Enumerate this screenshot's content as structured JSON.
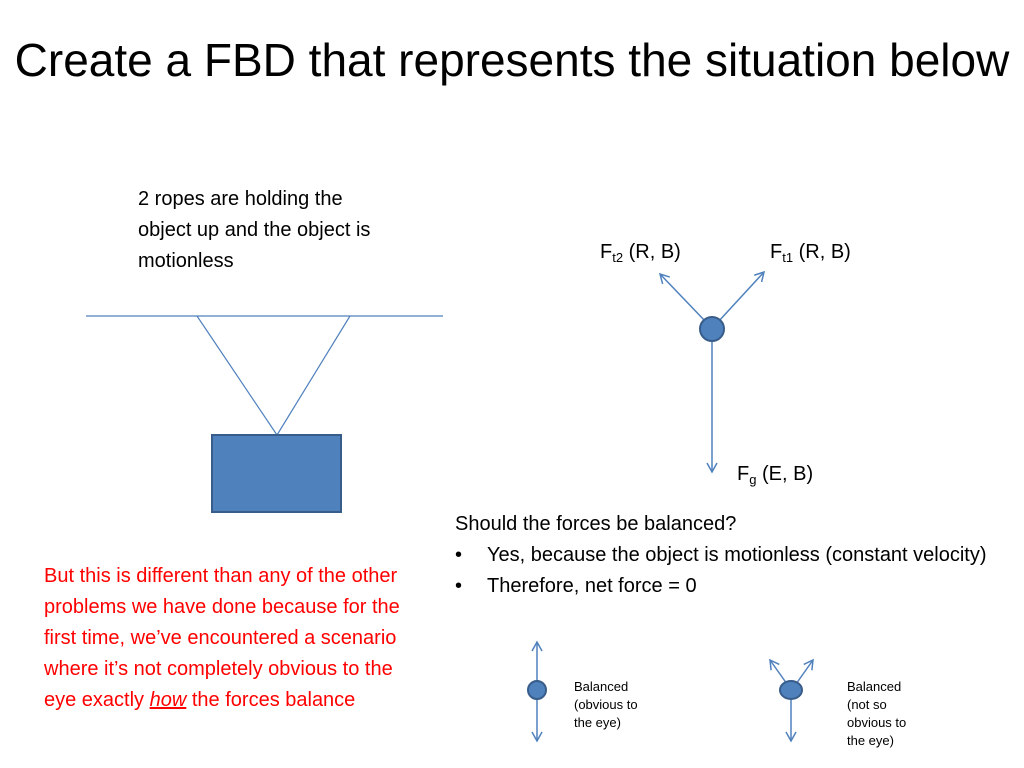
{
  "title": "Create a FBD that represents the situation below",
  "description": "2 ropes are holding the object up and the object is motionless",
  "note": {
    "before": "But this is different than any of the other problems we have done because for the first time, we’ve encountered a scenario where it’s not completely obvious to the eye exactly ",
    "emphasis": "how",
    "after": " the forces balance"
  },
  "forces": {
    "ft2": {
      "symbol": "F",
      "subscript": "t2",
      "tag": " (R, B)"
    },
    "ft1": {
      "symbol": "F",
      "subscript": "t1",
      "tag": " (R, B)"
    },
    "fg": {
      "symbol": "F",
      "subscript": "g",
      "tag": " (E, B)"
    }
  },
  "question": {
    "heading": "Should the forces be balanced?",
    "bullets": [
      "Yes, because the object is motionless (constant velocity)",
      "Therefore, net force = 0"
    ]
  },
  "examples": {
    "obvious": "Balanced (obvious to the eye)",
    "not_obvious": "Balanced (not so obvious to the eye)"
  },
  "colors": {
    "blue_fill": "#4f81bd",
    "blue_stroke": "#385d8a",
    "note_red": "#ff0000"
  }
}
